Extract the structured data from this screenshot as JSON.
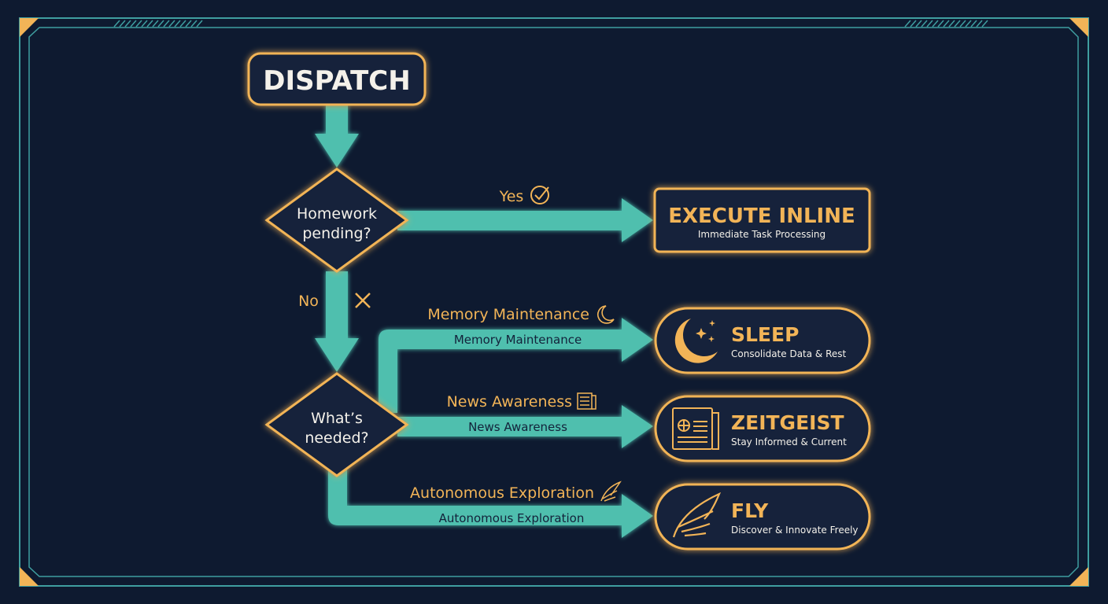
{
  "title": "DISPATCH",
  "decision_1": {
    "line1": "Homework",
    "line2": "pending?"
  },
  "decision_2": {
    "line1": "What’s",
    "line2": "needed?"
  },
  "yes_label": "Yes",
  "no_label": "No",
  "execute": {
    "title": "EXECUTE INLINE",
    "subtitle": "Immediate Task Processing"
  },
  "branches": [
    {
      "label": "Memory Maintenance",
      "arrow_label": "Memory Maintenance",
      "icon": "moon-icon",
      "title": "SLEEP",
      "subtitle": "Consolidate Data & Rest"
    },
    {
      "label": "News Awareness",
      "arrow_label": "News Awareness",
      "icon": "newspaper-icon",
      "title": "ZEITGEIST",
      "subtitle": "Stay Informed & Current"
    },
    {
      "label": "Autonomous Exploration",
      "arrow_label": "Autonomous Exploration",
      "icon": "wing-icon",
      "title": "FLY",
      "subtitle": "Discover & Innovate Freely"
    }
  ],
  "colors": {
    "background": "#0e1a30",
    "teal": "#4fbfae",
    "orange": "#f2b457"
  }
}
